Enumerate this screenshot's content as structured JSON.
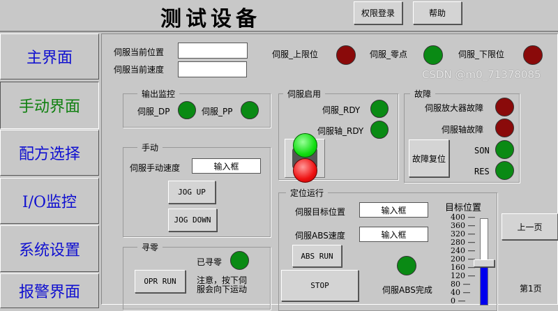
{
  "header": {
    "title": "测试设备",
    "login_button": "权限登录",
    "help_button": "帮助"
  },
  "sidebar": {
    "items": [
      {
        "label": "主界面"
      },
      {
        "label": "手动界面",
        "active": true
      },
      {
        "label": "配方选择"
      },
      {
        "label": "I/O监控"
      },
      {
        "label": "系统设置"
      },
      {
        "label": "报警界面"
      }
    ]
  },
  "status": {
    "position_label": "伺服当前位置",
    "position_value": "",
    "speed_label": "伺服当前速度",
    "speed_value": "",
    "upper_limit_label": "伺服_上限位",
    "upper_limit_state": "red",
    "zero_label": "伺服_零点",
    "zero_state": "green",
    "lower_limit_label": "伺服_下限位",
    "lower_limit_state": "red"
  },
  "output_monitor": {
    "title": "输出监控",
    "dp_label": "伺服_DP",
    "pp_label": "伺服_PP"
  },
  "servo_enable": {
    "title": "伺服启用",
    "rdy_label": "伺服_RDY",
    "axis_rdy_label": "伺服轴_RDY"
  },
  "fault": {
    "title": "故障",
    "amp_fault_label": "伺服放大器故障",
    "axis_fault_label": "伺服轴故障",
    "son_label": "SON",
    "res_label": "RES",
    "reset_button": "故障复位"
  },
  "manual": {
    "title": "手动",
    "speed_label": "伺服手动速度",
    "speed_input": "输入框",
    "jog_up": "JOG UP",
    "jog_down": "JOG DOWN"
  },
  "homing": {
    "title": "寻零",
    "done_label": "已寻零",
    "run_button": "OPR RUN",
    "note": "注意，按下伺服会向下运动"
  },
  "positioning": {
    "title": "定位运行",
    "target_label": "伺服目标位置",
    "target_input": "输入框",
    "abs_speed_label": "伺服ABS速度",
    "abs_speed_input": "输入框",
    "abs_run": "ABS RUN",
    "stop": "STOP",
    "abs_done_label": "伺服ABS完成"
  },
  "slider": {
    "title": "目标位置",
    "ticks": [
      "400",
      "360",
      "320",
      "280",
      "240",
      "200",
      "160",
      "120",
      "80",
      "40",
      "0"
    ],
    "value": 180,
    "min": 0,
    "max": 400,
    "fill_color": "#0000ee"
  },
  "nav": {
    "prev_button": "上一页",
    "page_label": "第1页"
  },
  "watermark": "CSDN @m0_71378085",
  "colors": {
    "led_green": "#0a8a14",
    "led_red": "#8a0a0a",
    "sidebar_text": "#1010d0",
    "active_text": "#108010"
  }
}
